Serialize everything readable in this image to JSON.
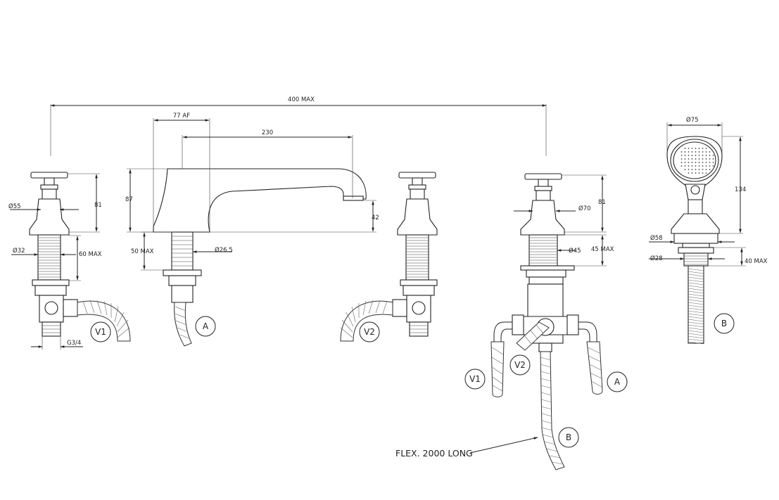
{
  "dimensions": {
    "overall_width": "400 MAX",
    "spout_af": "77 AF",
    "spout_reach": "230",
    "spout_height": "87",
    "spout_outlet": "42",
    "spout_shank_len": "50 MAX",
    "spout_shank_dia": "26.5",
    "valve_height": "81",
    "valve_flange_dia": "55",
    "valve_shank_dia": "32",
    "valve_shank_len": "60 MAX",
    "valve_thread": "G3/4",
    "diverter_height": "81",
    "diverter_flange_dia": "70",
    "diverter_shank_dia": "45",
    "diverter_shank_len": "45 MAX",
    "handset_dia": "75",
    "handset_height": "134",
    "handset_base_dia": "58",
    "handset_shank_dia": "28",
    "handset_shank_len": "40 MAX"
  },
  "diameter_symbol": "Ø",
  "callouts": {
    "v1": "V1",
    "v2": "V2",
    "a": "A",
    "b": "B"
  },
  "notes": {
    "flex": "FLEX. 2000 LONG"
  }
}
